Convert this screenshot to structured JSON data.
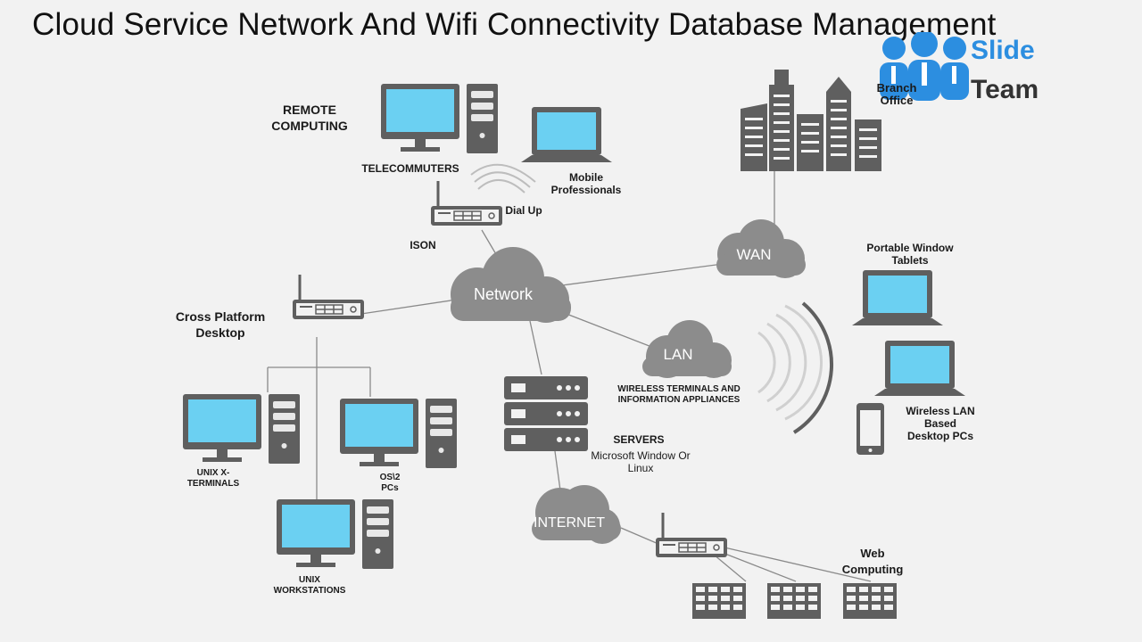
{
  "title": "Cloud Service Network And Wifi Connectivity Database Management",
  "logo": {
    "line1": "Slide",
    "line2": "Team",
    "color_blue": "#2c8ee0",
    "color_dark": "#333333"
  },
  "colors": {
    "device": "#5f5f5f",
    "screen": "#6bd0f2",
    "cloud": "#8c8c8c",
    "line": "#8a8a8a"
  },
  "clouds": {
    "network": "Network",
    "wan": "WAN",
    "lan": "LAN",
    "internet": "INTERNET"
  },
  "labels": {
    "remote_computing": "REMOTE\nCOMPUTING",
    "telecommuters": "TELECOMMUTERS",
    "mobile_professionals": "Mobile\nProfessionals",
    "dial_up": "Dial Up",
    "ison": "ISON",
    "branch_office": "Branch\nOffice",
    "portable_window_tablets": "Portable Window\nTablets",
    "cross_platform_desktop": "Cross Platform\nDesktop",
    "wireless_terminals": "WIRELESS TERMINALS AND\nINFORMATION APPLIANCES",
    "wireless_lan": "Wireless LAN\nBased\nDesktop PCs",
    "servers": "SERVERS",
    "servers_sub": "Microsoft Window Or\nLinux",
    "unix_x_terminals": "UNIX X-\nTERMINALS",
    "os2_pcs": "OS\\2\nPCs",
    "unix_workstations": "UNIX\nWORKSTATIONS",
    "web_computing": "Web\nComputing"
  }
}
